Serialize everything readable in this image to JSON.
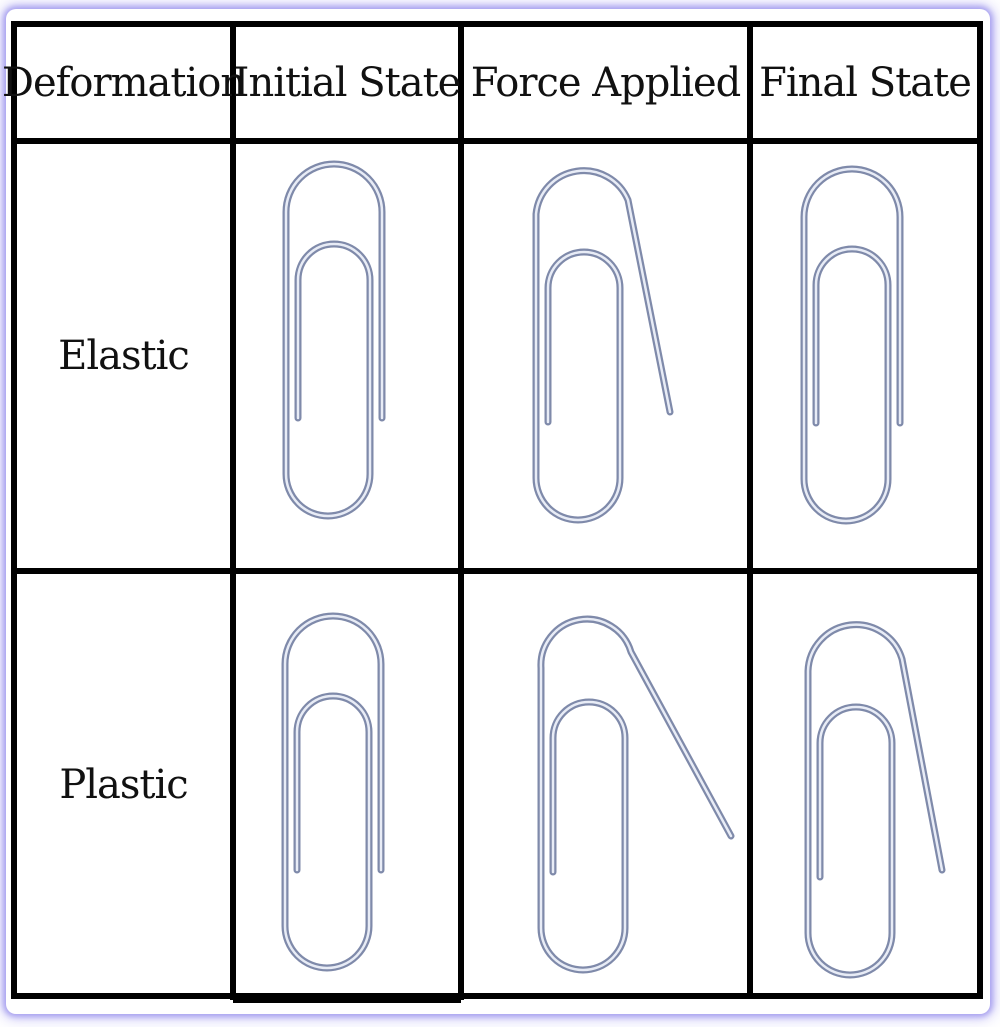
{
  "table": {
    "headers": [
      "Deformation",
      "Initial State",
      "Force Applied",
      "Final State"
    ],
    "rows": [
      {
        "label": "Elastic",
        "initial": "paperclip-normal-icon",
        "force": "paperclip-bent-slight-icon",
        "final": "paperclip-normal-icon"
      },
      {
        "label": "Plastic",
        "initial": "paperclip-normal-icon",
        "force": "paperclip-bent-wide-icon",
        "final": "paperclip-bent-permanent-icon"
      }
    ]
  },
  "colors": {
    "border": "#000000",
    "glow": "#7a6ee6",
    "wire": "#9aa6c6"
  }
}
